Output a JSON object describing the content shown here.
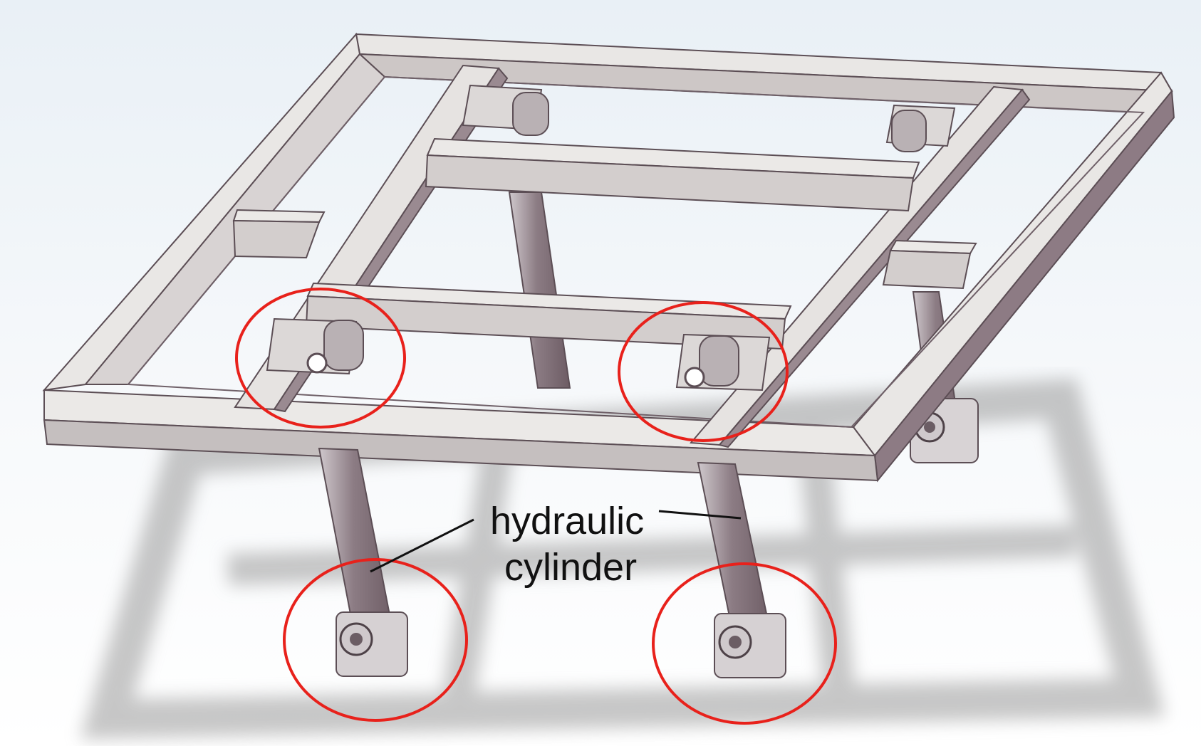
{
  "callout": {
    "line1": "hydraulic",
    "line2": "cylinder"
  },
  "colors": {
    "frame_light": "#e8e6e4",
    "frame_mid": "#c9c4c2",
    "frame_dark": "#7f6d74",
    "cylinder": "#8e7f86",
    "highlight_circle": "#e8211b",
    "shadow": "#bdbdbd",
    "background_top": "#eef3f8"
  },
  "highlights": {
    "count": 4,
    "meaning": ""
  }
}
